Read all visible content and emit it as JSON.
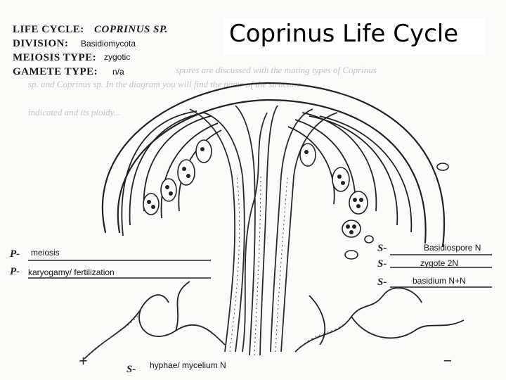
{
  "title": "Coprinus Life Cycle",
  "header": {
    "life_cycle_label": "LIFE CYCLE:",
    "life_cycle_value": "COPRINUS SP.",
    "division_label": "DIVISION:",
    "meiosis_type_label": "MEIOSIS TYPE:",
    "gamete_type_label": "GAMETE TYPE:"
  },
  "answers": {
    "division": "Basidiomycota",
    "meiosis_type": "zygotic",
    "gamete_type": "n/a"
  },
  "labels": {
    "meiosis": "meiosis",
    "karyogamy": "karyogamy/ fertilization",
    "basidiospore": "Basidiospore N",
    "zygote": "zygote  2N",
    "basidium": "basidium N+N",
    "hyphae": "hyphae/ mycelium N"
  },
  "markers": {
    "p1": "P-",
    "p2": "P-",
    "s1": "S-",
    "s2": "S-",
    "s3": "S-",
    "s4": "S-",
    "plus": "+",
    "minus": "−"
  },
  "background_text": {
    "line1": "spores are discussed with the mating types of Coprinus",
    "line2": "sp. and Coprinus sp. In the diagram you will find the name of the structure",
    "line3": "indicated and its ploidy..."
  }
}
